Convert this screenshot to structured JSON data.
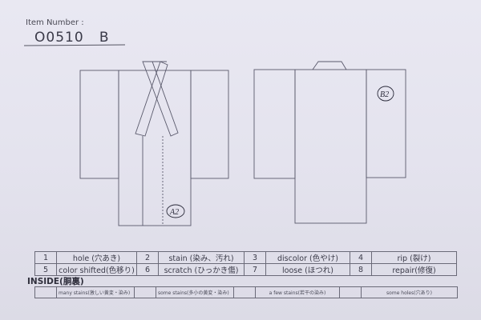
{
  "header": {
    "item_label": "Item Number :",
    "item_number": "O0510   B"
  },
  "drawings": {
    "front": {
      "view": "front-kimono",
      "annotation": "A2"
    },
    "back": {
      "view": "back-kimono",
      "annotation": "B2"
    }
  },
  "damage_codes": {
    "rows": [
      [
        {
          "num": "1",
          "label": "hole (穴あき)"
        },
        {
          "num": "2",
          "label": "stain (染み、汚れ)"
        },
        {
          "num": "3",
          "label": "discolor (色やけ)"
        },
        {
          "num": "4",
          "label": "rip (裂け)"
        }
      ],
      [
        {
          "num": "5",
          "label": "color shifted(色移り)"
        },
        {
          "num": "6",
          "label": "scratch (ひっかき傷)"
        },
        {
          "num": "7",
          "label": "loose (ほつれ)"
        },
        {
          "num": "8",
          "label": "repair(修復)"
        }
      ]
    ]
  },
  "inside": {
    "title": "INSIDE(胴裏)",
    "options": [
      {
        "checked": "",
        "label": "many stains(激しい黄変・染み)"
      },
      {
        "checked": "",
        "label": "some stains(多小の黄変・染み)"
      },
      {
        "checked": "",
        "label": "a few stains(若干の染み)"
      },
      {
        "checked": "",
        "label": "some holes(穴あり)"
      }
    ]
  },
  "colors": {
    "paper": "#e6e5ef",
    "ink": "#55556a"
  }
}
